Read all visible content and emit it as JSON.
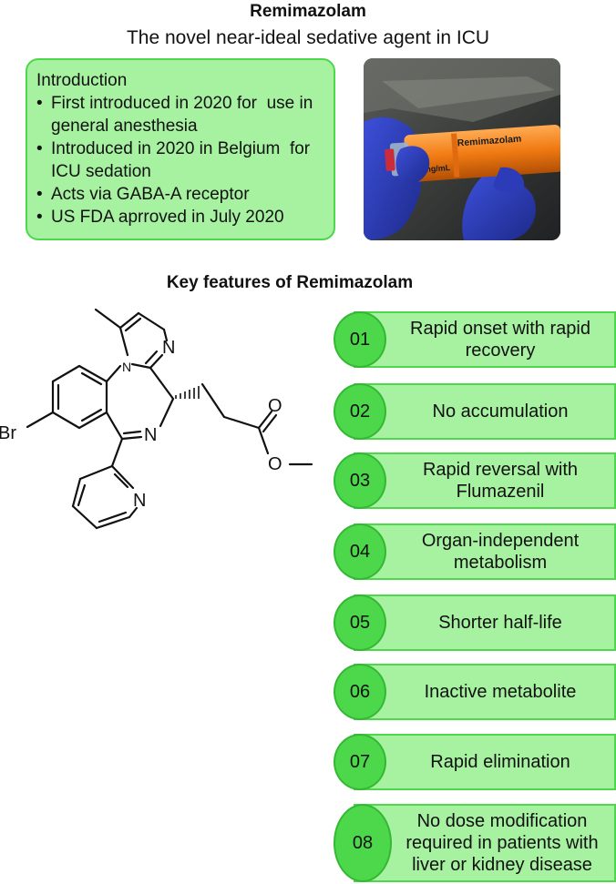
{
  "header": {
    "title": "Remimazolam",
    "subtitle": "The novel near-ideal sedative agent in ICU"
  },
  "intro": {
    "heading": "Introduction",
    "items": [
      "First introduced in 2020 for  use in general anesthesia",
      "Introduced in 2020 in Belgium  for ICU sedation",
      "Acts via GABA-A receptor",
      "US FDA aprroved in July 2020"
    ]
  },
  "photo": {
    "label": "Remimazolam",
    "dose": "2.5 mg/mL"
  },
  "features_section": {
    "title": "Key features of Remimazolam"
  },
  "molecule": {
    "atoms": {
      "br": "Br",
      "n1": "N",
      "n2": "N",
      "n3": "N",
      "n4": "N",
      "o1": "O",
      "o2": "O"
    }
  },
  "features": [
    {
      "num": "01",
      "text": "Rapid onset with rapid recovery"
    },
    {
      "num": "02",
      "text": "No accumulation"
    },
    {
      "num": "03",
      "text": "Rapid reversal with Flumazenil"
    },
    {
      "num": "04",
      "text": "Organ-independent metabolism"
    },
    {
      "num": "05",
      "text": "Shorter half-life"
    },
    {
      "num": "06",
      "text": "Inactive metabolite"
    },
    {
      "num": "07",
      "text": "Rapid elimination"
    },
    {
      "num": "08",
      "text": "No dose modification required in patients with liver or kidney disease"
    }
  ],
  "colors": {
    "box_fill": "#a6f2a0",
    "box_border": "#4cd84a",
    "circle_fill": "#4cd84a"
  }
}
